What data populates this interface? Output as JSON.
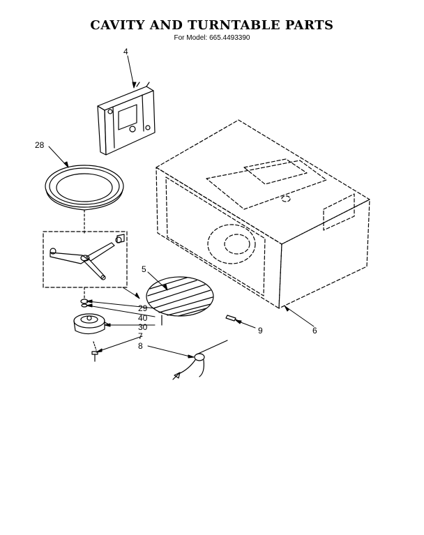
{
  "title": "CAVITY AND TURNTABLE PARTS",
  "subtitle": "For Model: 665.4493390",
  "callouts": [
    "4",
    "28",
    "5",
    "29",
    "40",
    "30",
    "7",
    "8",
    "9",
    "6"
  ]
}
